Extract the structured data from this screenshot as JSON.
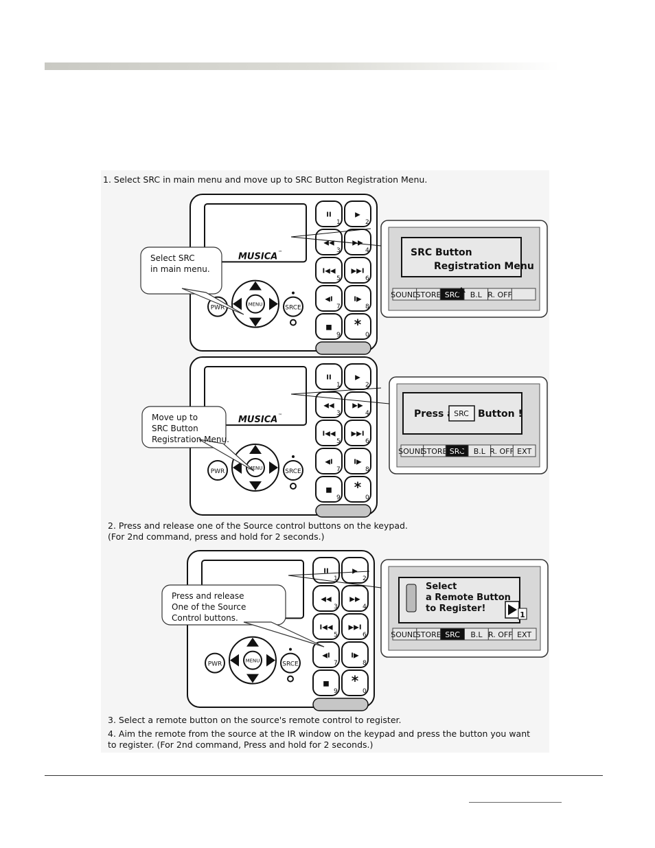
{
  "steps": {
    "s1": "1.  Select SRC in main menu and move up to SRC Button Registration Menu.",
    "s2a": "2.  Press and release one of the Source control buttons on the keypad.",
    "s2b": "(For 2nd command, press and hold for 2 seconds.)",
    "s3": "3.  Select a remote button on the source's remote control to register.",
    "s4a": "4. Aim the remote from the source at the IR window on the keypad and press the button you want",
    "s4b": "to register. (For 2nd command, Press and hold for 2 seconds.)"
  },
  "keypad": {
    "brand": "MUSICA",
    "tm": "™",
    "pwr": "PWR",
    "menu": "MENU",
    "srce": "SRCE",
    "keys": [
      {
        "glyph": "II",
        "num": "1"
      },
      {
        "glyph": "▶",
        "num": "2"
      },
      {
        "glyph": "◀◀",
        "num": "3"
      },
      {
        "glyph": "▶▶",
        "num": "4"
      },
      {
        "glyph": "I◀◀",
        "num": "5"
      },
      {
        "glyph": "▶▶I",
        "num": "6"
      },
      {
        "glyph": "◀I",
        "num": "7"
      },
      {
        "glyph": "I▶",
        "num": "8"
      },
      {
        "glyph": "■",
        "num": "9"
      },
      {
        "glyph": "*",
        "num": "0"
      }
    ]
  },
  "callouts": {
    "c1": [
      "Select SRC",
      "in main menu."
    ],
    "c2": [
      "Move up to",
      "SRC Button",
      "Registration Menu."
    ],
    "c3": [
      "Press and release",
      "One of the Source",
      "Control buttons."
    ]
  },
  "screens": {
    "screen1": {
      "lines": [
        "SRC Button",
        "Registration Menu"
      ],
      "menu": [
        "SOUND",
        "STORE",
        "SRC",
        "B.L",
        "R. OFF",
        ""
      ],
      "active": "SRC"
    },
    "screen2": {
      "press": "Press a",
      "key": "SRC",
      "button": "Button !",
      "menu": [
        "SOUND",
        "STORE",
        "SRC",
        "B.L",
        "R. OFF",
        "EXT"
      ],
      "active": "SRC"
    },
    "screen3": {
      "lines": [
        "Select",
        "a Remote Button",
        "to Register!"
      ],
      "index": "1",
      "menu": [
        "SOUND",
        "STORE",
        "SRC",
        "B.L",
        "R. OFF",
        "EXT"
      ],
      "active": "SRC"
    }
  }
}
